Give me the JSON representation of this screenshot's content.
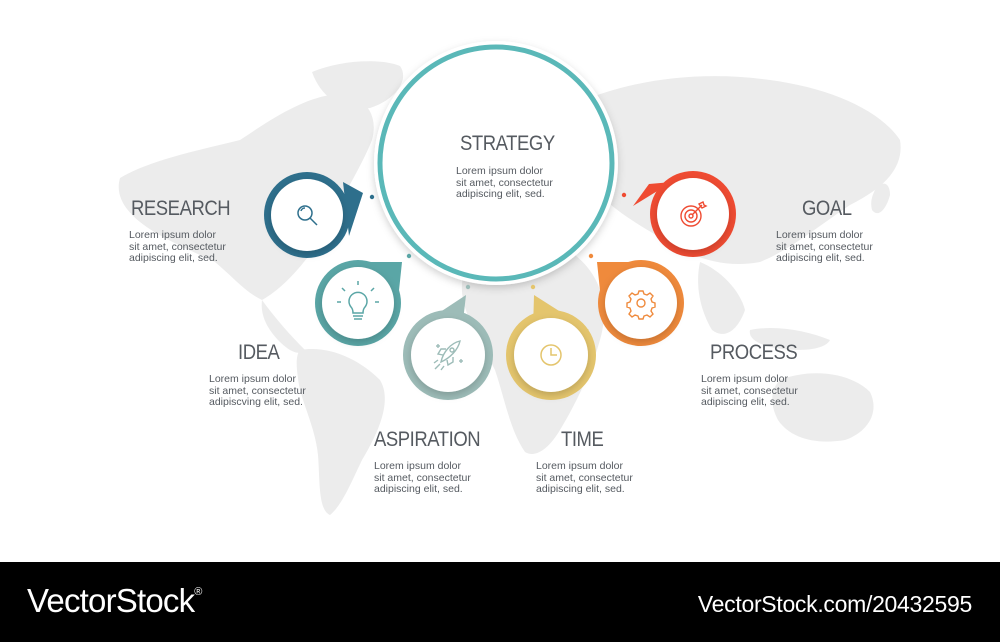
{
  "colors": {
    "strategy": "#5ab8b8",
    "research": "#2e6f8c",
    "idea": "#5aa6a6",
    "aspiration": "#9dbcb8",
    "time": "#e4c56d",
    "process": "#ef8a3c",
    "goal": "#ef4b32",
    "text": "#555a60",
    "map": "#ececec"
  },
  "center": {
    "title": "STRATEGY",
    "lines": [
      "Lorem ipsum dolor",
      "sit amet, consectetur",
      "adipiscing elit, sed."
    ]
  },
  "items": [
    {
      "key": "research",
      "title": "RESEARCH",
      "icon": "search-icon",
      "lines": [
        "Lorem ipsum dolor",
        "sit amet, consectetur",
        "adipiscing elit, sed."
      ]
    },
    {
      "key": "idea",
      "title": "IDEA",
      "icon": "lightbulb-icon",
      "lines": [
        "Lorem ipsum dolor",
        "sit amet, consectetur",
        "adipiscving elit, sed."
      ]
    },
    {
      "key": "aspiration",
      "title": "ASPIRATION",
      "icon": "rocket-icon",
      "lines": [
        "Lorem ipsum dolor",
        "sit amet, consectetur",
        "adipiscing elit, sed."
      ]
    },
    {
      "key": "time",
      "title": "TIME",
      "icon": "clock-icon",
      "lines": [
        "Lorem ipsum dolor",
        "sit amet, consectetur",
        "adipiscing elit, sed."
      ]
    },
    {
      "key": "process",
      "title": "PROCESS",
      "icon": "gear-icon",
      "lines": [
        "Lorem ipsum dolor",
        "sit amet, consectetur",
        "adipiscing elit, sed."
      ]
    },
    {
      "key": "goal",
      "title": "GOAL",
      "icon": "target-icon",
      "lines": [
        "Lorem ipsum dolor",
        "sit amet, consectetur",
        "adipiscing elit, sed."
      ]
    }
  ],
  "footer": {
    "brand": "VectorStock",
    "brand_mark": "®",
    "credit": "VectorStock.com/20432595"
  }
}
